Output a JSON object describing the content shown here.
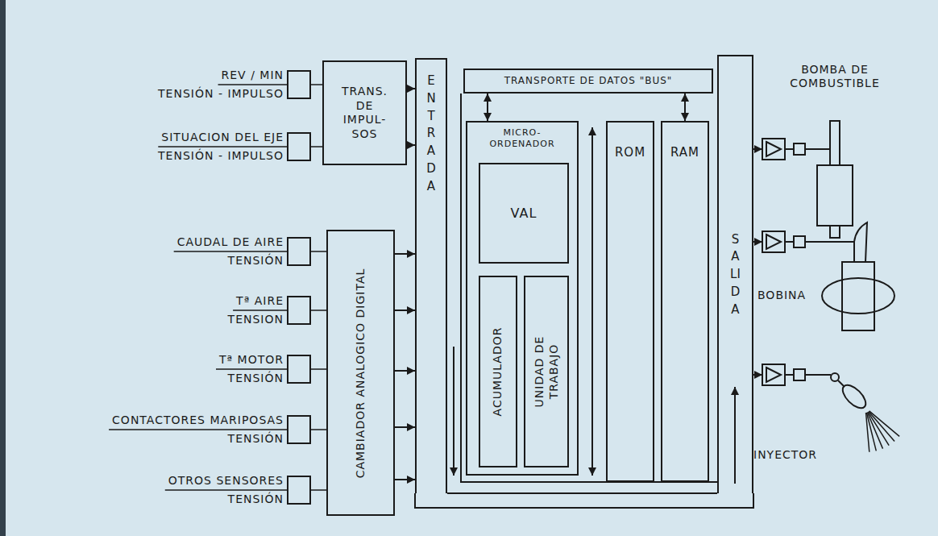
{
  "diagram": {
    "nodes": [
      {
        "text": [
          "TRANS. DE IMPUL- SOS"
        ]
      },
      {
        "text": [
          "CAMBIADOR ANALOGICO DIGITAL"
        ]
      },
      {
        "text": [
          "ENTRADA"
        ]
      },
      {
        "text": [
          "TRANSPORTE DE DATOS \"BUS\""
        ]
      },
      {
        "text": [
          "MICRO- ORDENADOR"
        ]
      },
      {
        "text": [
          "VAL"
        ],
        "in": 4
      },
      {
        "text": [
          "ACUMULADOR"
        ],
        "in": 4
      },
      {
        "text": [
          "UNIDAD DE TRABAJO"
        ],
        "in": 4
      },
      {
        "text": [
          "ROM"
        ]
      },
      {
        "text": [
          "RAM"
        ]
      },
      {
        "text": [
          "SALIDA"
        ]
      }
    ],
    "edges": [
      {
        "from": 0,
        "to": 2,
        "arrow": "to"
      },
      {
        "from": 0,
        "to": 2,
        "arrow": "to"
      },
      {
        "from": 1,
        "to": 2,
        "arrow": "to"
      },
      {
        "from": 1,
        "to": 2,
        "arrow": "to"
      },
      {
        "from": 1,
        "to": 2,
        "arrow": "to"
      },
      {
        "from": 1,
        "to": 2,
        "arrow": "to"
      },
      {
        "from": 1,
        "to": 2,
        "arrow": "to"
      },
      {
        "from": 3,
        "to": 4,
        "arrow": "both"
      },
      {
        "from": 3,
        "to": 9,
        "arrow": "both"
      }
    ],
    "labels": [
      "REV / MIN",
      "TENSIÓN - IMPULSO",
      "SITUACION DEL EJE",
      "TENSIÓN - IMPULSO",
      "CAUDAL DE AIRE",
      "TENSIÓN",
      "Tª AIRE",
      "TENSION",
      "Tª MOTOR",
      "TENSIÓN",
      "CONTACTORES MARIPOSAS",
      "TENSIÓN",
      "OTROS SENSORES",
      "TENSIÓN",
      "BOMBA DE COMBUSTIBLE",
      "BOBINA",
      "INYECTOR"
    ]
  }
}
